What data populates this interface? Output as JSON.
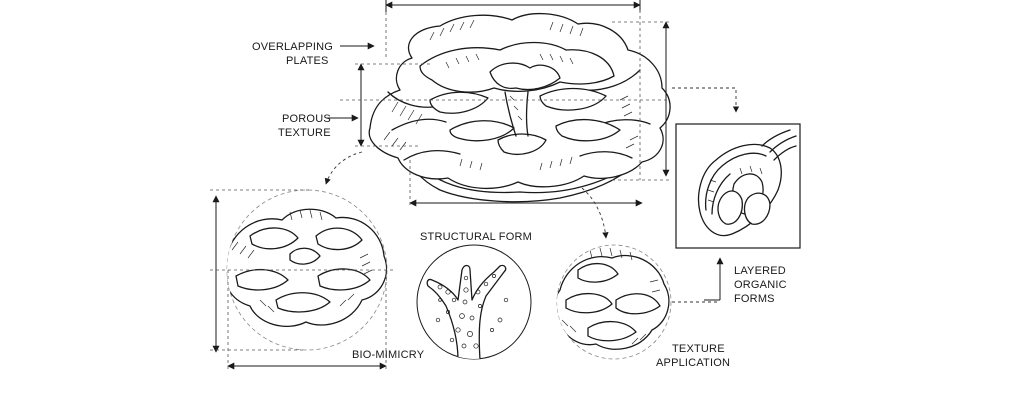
{
  "labels": {
    "overlapping_plates": [
      "OVERLAPPING",
      "PLATES"
    ],
    "porous_texture": [
      "POROUS",
      "TEXTURE"
    ],
    "structural_form": "STRUCTURAL FORM",
    "bio_mimicry": "BIO-MIMICRY",
    "layered_organic_forms": [
      "LAYERED",
      "ORGANIC",
      "FORMS"
    ],
    "texture_application": [
      "TEXTURE",
      "APPLICATION"
    ]
  },
  "colors": {
    "ink": "#1a1a1a",
    "paper": "#ffffff"
  }
}
